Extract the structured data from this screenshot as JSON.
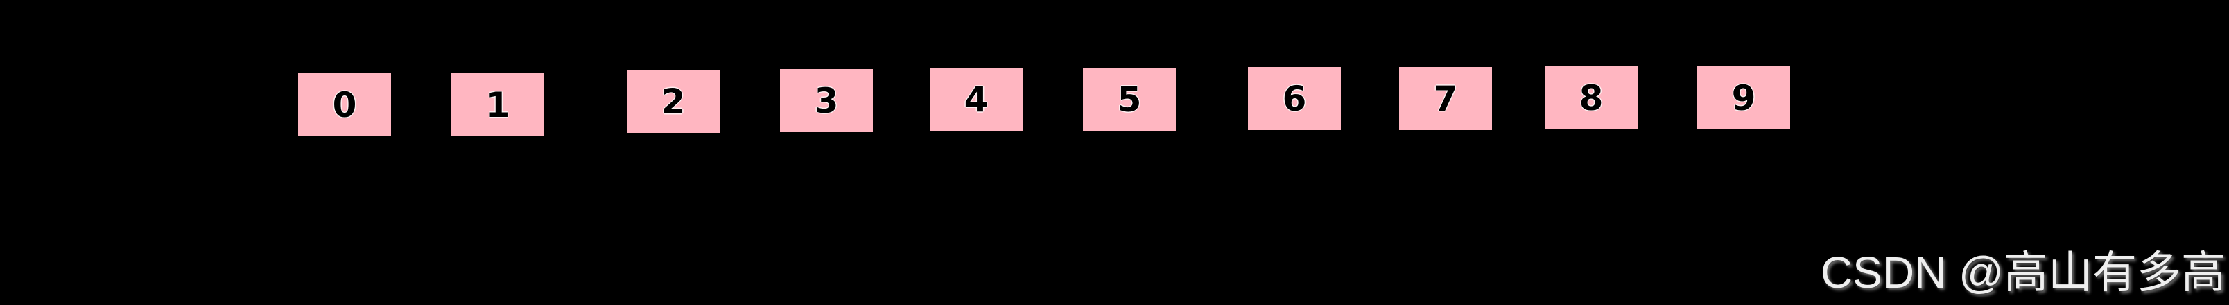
{
  "background_color": "#000000",
  "array": {
    "cells": [
      "0",
      "1",
      "2",
      "3",
      "4",
      "5",
      "6",
      "7",
      "8",
      "9"
    ],
    "cell_color": "#FFB6C1",
    "digit_color": "#000000",
    "digit_halo_color": "rgba(255,255,255,0.75)"
  },
  "watermark": {
    "text": "CSDN @高山有多高",
    "color": "#EFEFEF",
    "shadow_color": "#737373"
  }
}
